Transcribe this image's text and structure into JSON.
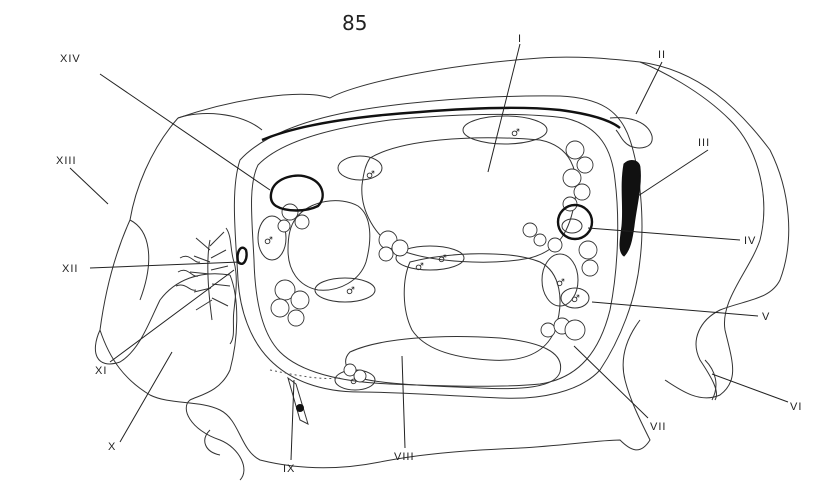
{
  "page_number": "85",
  "labels": {
    "I": "I",
    "II": "II",
    "III": "III",
    "IV": "IV",
    "V": "V",
    "VI": "VI",
    "VII": "VII",
    "VIII": "VIII",
    "IX": "IX",
    "X": "X",
    "XI": "XI",
    "XII": "XII",
    "XIII": "XIII",
    "XIV": "XIV"
  },
  "symbols": {
    "male": "♂"
  }
}
